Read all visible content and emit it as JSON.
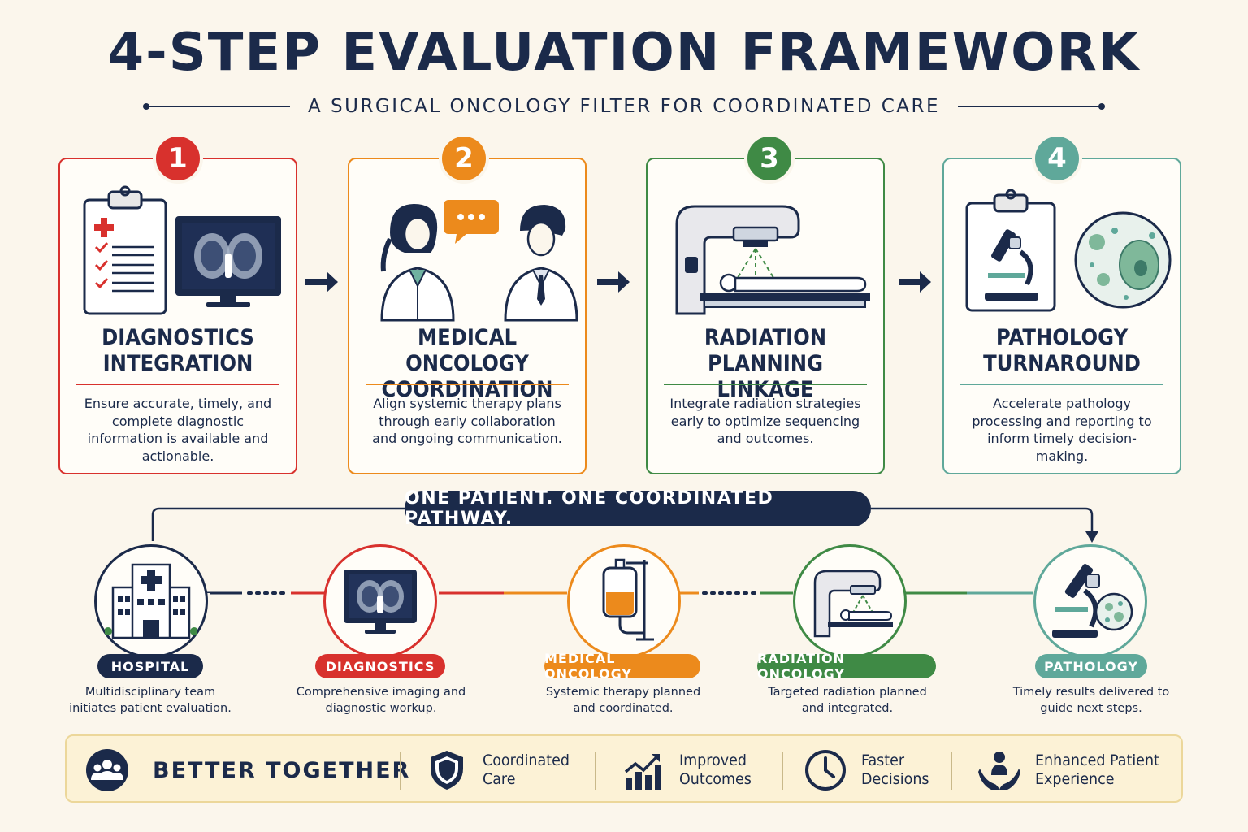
{
  "header": {
    "title": "4-STEP EVALUATION FRAMEWORK",
    "subtitle": "A SURGICAL ONCOLOGY FILTER FOR COORDINATED CARE"
  },
  "colors": {
    "navy": "#1b2a4a",
    "red": "#d8312d",
    "orange": "#ec8a1c",
    "green": "#3f8a45",
    "teal": "#5fa89a"
  },
  "steps": [
    {
      "number": "1",
      "title": "DIAGNOSTICS\nINTEGRATION",
      "description": "Ensure accurate, timely, and complete diagnostic information is available and actionable.",
      "icons": [
        "clipboard-checklist-icon",
        "ct-scan-monitor-icon"
      ]
    },
    {
      "number": "2",
      "title": "MEDICAL ONCOLOGY\nCOORDINATION",
      "description": "Align systemic therapy plans through early collaboration and ongoing communication.",
      "icons": [
        "doctors-conversation-icon",
        "speech-bubble-icon"
      ]
    },
    {
      "number": "3",
      "title": "RADIATION PLANNING\nLINKAGE",
      "description": "Integrate radiation strategies early to optimize sequencing and outcomes.",
      "icons": [
        "linear-accelerator-icon"
      ]
    },
    {
      "number": "4",
      "title": "PATHOLOGY\nTURNAROUND",
      "description": "Accelerate pathology processing and reporting to inform timely decision-making.",
      "icons": [
        "microscope-clipboard-icon",
        "cells-icon"
      ]
    }
  ],
  "pathway": {
    "banner": "ONE PATIENT. ONE COORDINATED PATHWAY.",
    "nodes": [
      {
        "label": "HOSPITAL",
        "description": "Multidisciplinary team initiates patient evaluation.",
        "icon": "hospital-icon"
      },
      {
        "label": "DIAGNOSTICS",
        "description": "Comprehensive imaging and diagnostic workup.",
        "icon": "ct-monitor-icon"
      },
      {
        "label": "MEDICAL ONCOLOGY",
        "description": "Systemic therapy planned and coordinated.",
        "icon": "iv-bag-icon"
      },
      {
        "label": "RADIATION ONCOLOGY",
        "description": "Targeted radiation planned and integrated.",
        "icon": "radiation-machine-icon"
      },
      {
        "label": "PATHOLOGY",
        "description": "Timely results delivered to guide next steps.",
        "icon": "microscope-icon"
      }
    ]
  },
  "footer": {
    "main": "BETTER TOGETHER",
    "items": [
      {
        "text": "Coordinated\nCare",
        "icon": "shield-icon"
      },
      {
        "text": "Improved\nOutcomes",
        "icon": "growth-chart-icon"
      },
      {
        "text": "Faster\nDecisions",
        "icon": "clock-icon"
      },
      {
        "text": "Enhanced Patient\nExperience",
        "icon": "hands-person-icon"
      }
    ]
  }
}
